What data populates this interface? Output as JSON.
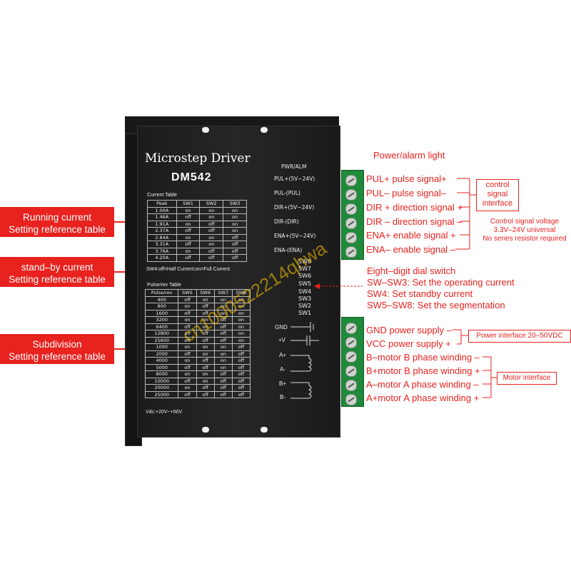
{
  "left_labels": [
    {
      "line1": "Running current",
      "line2": "Setting reference table"
    },
    {
      "line1": "stand–by current",
      "line2": "Setting reference table"
    },
    {
      "line1": "Subdivision",
      "line2": "Setting reference table"
    }
  ],
  "device": {
    "brand": "Microstep Driver",
    "model": "DM542",
    "current_table": {
      "title": "Current Table",
      "headers": [
        "Peak",
        "SW1",
        "SW2",
        "SW3"
      ],
      "rows": [
        [
          "1.00A",
          "on",
          "on",
          "on"
        ],
        [
          "1.46A",
          "off",
          "on",
          "on"
        ],
        [
          "1.91A",
          "on",
          "off",
          "on"
        ],
        [
          "2.37A",
          "off",
          "off",
          "on"
        ],
        [
          "2.84A",
          "on",
          "on",
          "off"
        ],
        [
          "3.31A",
          "off",
          "on",
          "off"
        ],
        [
          "3.76A",
          "on",
          "off",
          "off"
        ],
        [
          "4.20A",
          "off",
          "off",
          "off"
        ]
      ],
      "note": "SW4:off=Half Current;on=Full Current"
    },
    "pulse_table": {
      "title": "Pulse/rev Table",
      "headers": [
        "Pulse/rev",
        "SW5",
        "SW6",
        "SW7",
        "SW8"
      ],
      "rows": [
        [
          "400",
          "off",
          "on",
          "on",
          "on"
        ],
        [
          "800",
          "on",
          "off",
          "on",
          "on"
        ],
        [
          "1600",
          "off",
          "off",
          "on",
          "on"
        ],
        [
          "3200",
          "on",
          "on",
          "off",
          "on"
        ],
        [
          "6400",
          "off",
          "on",
          "off",
          "on"
        ],
        [
          "12800",
          "on",
          "off",
          "off",
          "on"
        ],
        [
          "25600",
          "off",
          "off",
          "off",
          "on"
        ],
        [
          "1000",
          "on",
          "on",
          "on",
          "off"
        ],
        [
          "2000",
          "off",
          "on",
          "on",
          "off"
        ],
        [
          "4000",
          "on",
          "off",
          "on",
          "off"
        ],
        [
          "5000",
          "off",
          "off",
          "on",
          "off"
        ],
        [
          "8000",
          "on",
          "on",
          "off",
          "off"
        ],
        [
          "10000",
          "off",
          "on",
          "off",
          "off"
        ],
        [
          "20000",
          "on",
          "off",
          "off",
          "off"
        ],
        [
          "25000",
          "off",
          "off",
          "off",
          "off"
        ]
      ],
      "note": "Vdc:+20V~+50V"
    },
    "pwr_alm": "PWR/ALM",
    "signal_pins": [
      "PUL+(5V~24V)",
      "PUL-(PUL)",
      "DIR+(5V~24V)",
      "DIR-(DIR)",
      "ENA+(5V~24V)",
      "ENA-(ENA)"
    ],
    "switches": [
      "SW8",
      "SW7",
      "SW6",
      "SW5",
      "SW4",
      "SW3",
      "SW2",
      "SW1"
    ],
    "power_pins": [
      "GND",
      "+V",
      "A+",
      "A-",
      "B+",
      "B-"
    ]
  },
  "right_labels": {
    "power_alarm": "Power/alarm light",
    "signals": [
      "PUL+ pulse signal+",
      "PUL– pulse signal–",
      "DIR + direction signal +",
      "DIR – direction signal –",
      "ENA+ enable signal +",
      "ENA– enable signal –"
    ],
    "control_box": [
      "control",
      "signal",
      "interface"
    ],
    "control_note": [
      "Control signal voltage",
      "3.3V–24V universal",
      "No series resistor required"
    ],
    "dial": [
      "Eight–digit dial switch",
      "SW–SW3: Set the operating current",
      "SW4: Set standby current",
      "SW5–SW8: Set the segmentation"
    ],
    "power": [
      "GND power supply –",
      "VCC power supply +"
    ],
    "power_box": "Power interface 20–50VDC",
    "motor": [
      "B–motor B phase winding –",
      "B+motor B phase winding +",
      "A–motor A phase winding –",
      "A+motor A phase winding +"
    ],
    "motor_box": "Motor interface"
  },
  "watermark": "cn1000522214qhwa",
  "colors": {
    "accent_red": "#e8221e",
    "terminal_green": "#1f8a3a",
    "body_black": "#1c1c1c"
  }
}
